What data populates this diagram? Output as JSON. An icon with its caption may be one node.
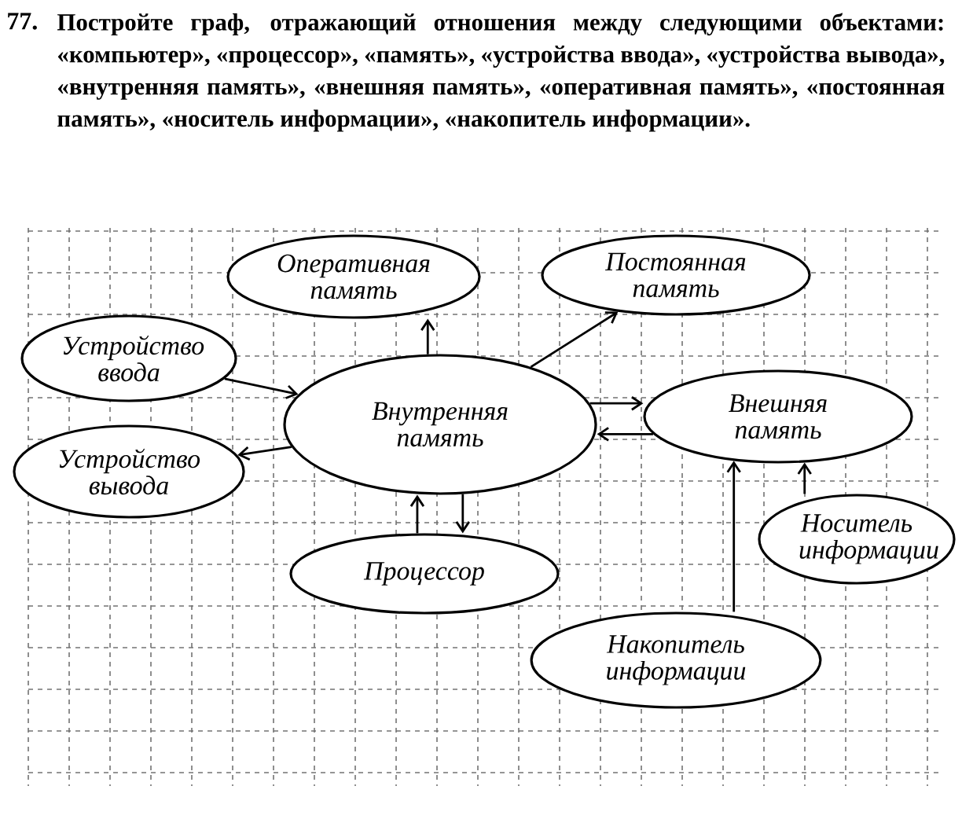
{
  "diagram": {
    "title": "Постройте граф, отражающий отношения между следующими объектами: «компьютер», «процессор», «память», «устройства ввода», «устройства вывода», «внутренняя память», «внешняя память», «оперативная память», «постоянная память», «носитель информации», «накопитель информации».",
    "nodes": [
      {
        "text": [
          "Оперативная память"
        ]
      },
      {
        "text": [
          "Постоянная память"
        ]
      },
      {
        "text": [
          "Устройство ввода"
        ]
      },
      {
        "text": [
          "Внутренняя память"
        ]
      },
      {
        "text": [
          "Внешняя память"
        ]
      },
      {
        "text": [
          "Устройство вывода"
        ]
      },
      {
        "text": [
          "Процессор"
        ]
      },
      {
        "text": [
          "Носитель информации"
        ]
      },
      {
        "text": [
          "Накопитель информации"
        ]
      }
    ],
    "edges": [
      {
        "from": 2,
        "to": 3,
        "arrow": "to"
      },
      {
        "from": 3,
        "to": 5,
        "arrow": "to"
      },
      {
        "from": 3,
        "to": 0,
        "arrow": "to"
      },
      {
        "from": 3,
        "to": 1,
        "arrow": "to"
      },
      {
        "from": 3,
        "to": 4,
        "arrow": "to"
      },
      {
        "from": 4,
        "to": 3,
        "arrow": "to"
      },
      {
        "from": 6,
        "to": 3,
        "arrow": "to"
      },
      {
        "from": 3,
        "to": 6,
        "arrow": "to"
      },
      {
        "from": 8,
        "to": 4,
        "arrow": "to"
      },
      {
        "from": 7,
        "to": 4,
        "arrow": "to"
      }
    ],
    "labels": [
      "77."
    ]
  }
}
